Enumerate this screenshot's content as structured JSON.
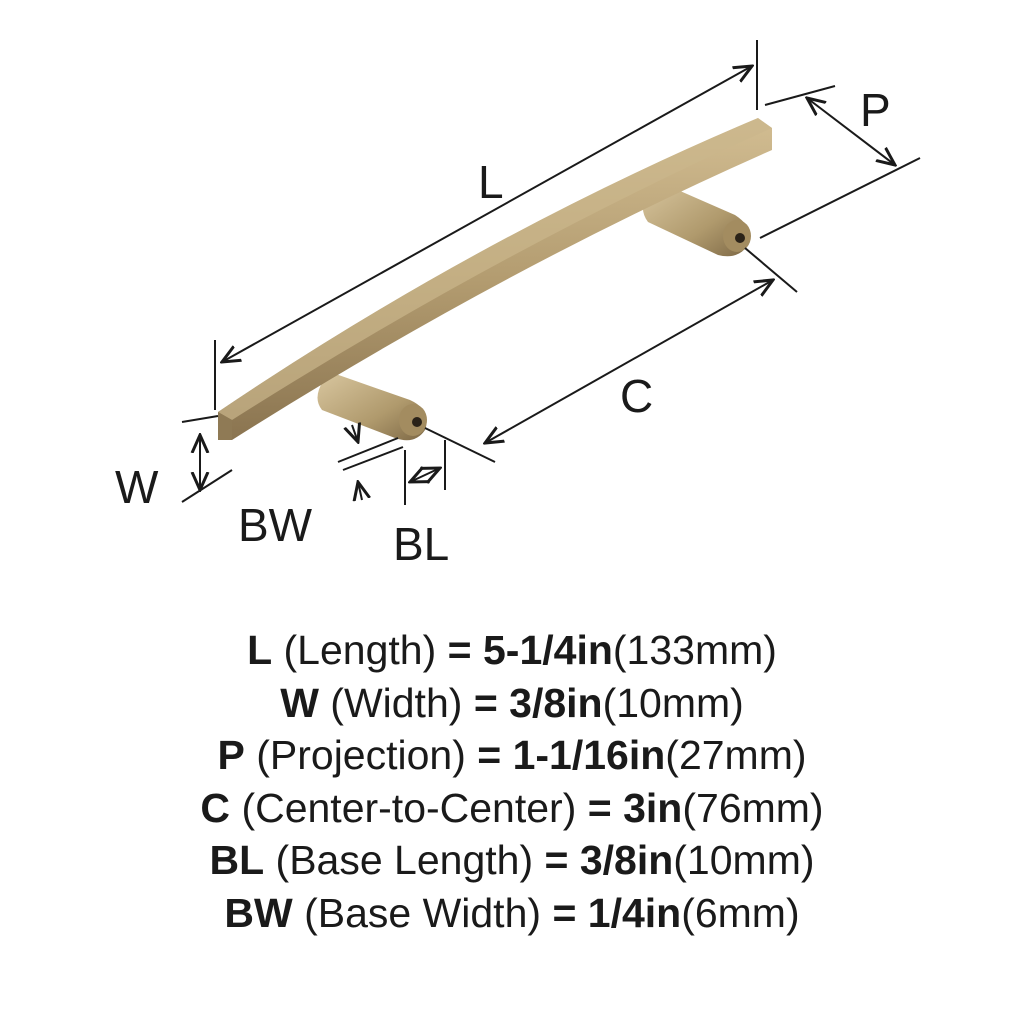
{
  "diagram": {
    "labels": {
      "L": "L",
      "P": "P",
      "C": "C",
      "W": "W",
      "BW": "BW",
      "BL": "BL"
    },
    "colors": {
      "finish": "#b39c70",
      "finish_dark": "#8a7450",
      "finish_light": "#d2bd92",
      "line": "#1a1a1a"
    }
  },
  "specs": [
    {
      "code": "L",
      "name": "(Length)",
      "imperial": "= 5-1/4in",
      "metric": "(133mm)"
    },
    {
      "code": "W",
      "name": "(Width)",
      "imperial": "= 3/8in",
      "metric": "(10mm)"
    },
    {
      "code": "P",
      "name": "(Projection)",
      "imperial": "= 1-1/16in",
      "metric": "(27mm)"
    },
    {
      "code": "C",
      "name": "(Center-to-Center)",
      "imperial": "= 3in",
      "metric": "(76mm)"
    },
    {
      "code": "BL",
      "name": "(Base Length)",
      "imperial": "= 3/8in",
      "metric": "(10mm)"
    },
    {
      "code": "BW",
      "name": "(Base Width)",
      "imperial": "= 1/4in",
      "metric": "(6mm)"
    }
  ]
}
